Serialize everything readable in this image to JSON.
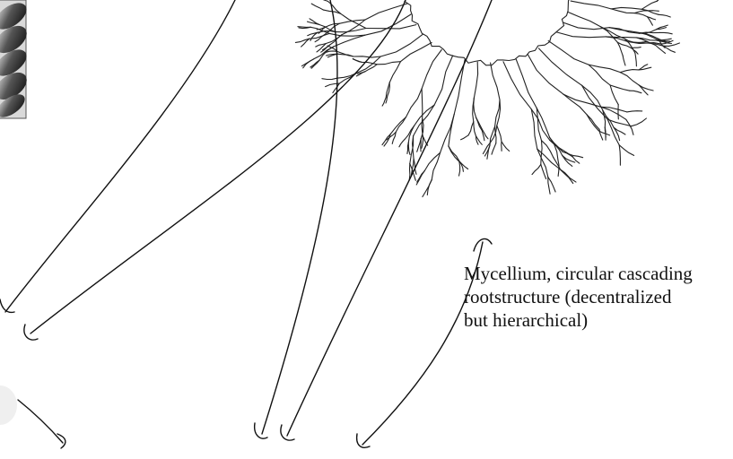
{
  "caption": {
    "lines": [
      "Mycellium, circular cascading",
      "rootstructure (decentralized",
      "but hierarchical)"
    ]
  },
  "colors": {
    "ink": "#111111",
    "background": "#ffffff",
    "leaf_gradient_dark": "#1a1a1a",
    "leaf_gradient_light": "#e6e6e6"
  }
}
